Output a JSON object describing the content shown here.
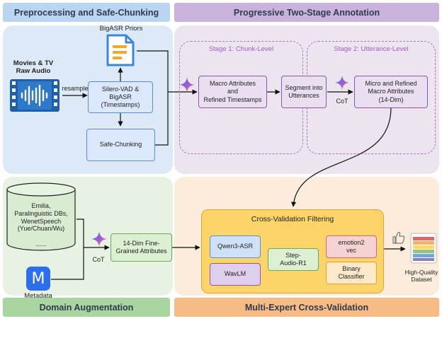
{
  "headers": {
    "preprocessing": "Preprocessing and Safe-Chunking",
    "annotation": "Progressive Two-Stage Annotation",
    "domain": "Domain Augmentation",
    "validation": "Multi-Expert Cross-Validation"
  },
  "preprocessing": {
    "bigasr_priors": "BigASR Priors",
    "raw_audio": "Movies & TV\nRaw Audio",
    "resample": "resample",
    "vad_box": "Silero-VAD &\nBigASR\n(Timestamps)",
    "safe_chunking": "Safe-Chunking"
  },
  "annotation": {
    "stage1_title": "Stage 1: Chunk-Level",
    "stage2_title": "Stage 2: Utterance-Level",
    "macro_box": "Macro Attributes\nand\nRefined Timestamps",
    "segment_box": "Segment into\nUtterances",
    "cot": "CoT",
    "micro_box": "Micro and Refined\nMacro Attributes\n(14-Dim)"
  },
  "domain": {
    "databases": "Emilia,\nParalinguistic DBs,\nWenetSpeech\n(Yue/Chuan/Wu)\n\n......",
    "cot": "CoT",
    "fine_grained": "14-Dim Fine-\nGrained Attributes",
    "metadata_icon_letter": "M",
    "metadata": "Metadata"
  },
  "validation": {
    "title": "Cross-Validation Filtering",
    "qwen": "Qwen3-ASR",
    "wavlm": "WavLM",
    "step_audio": "Step-\nAudio-R1",
    "emotion": "emotion2\nvec",
    "binary": "Binary\nClassifier",
    "output": "High-Quality\nDataset"
  },
  "colors": {
    "blue_panel": "#dde9f7",
    "purple_panel": "#ece4ef",
    "green_panel": "#e7f2e3",
    "orange_panel": "#fcecdc",
    "blue_header": "#b9d5f2",
    "purple_header": "#c9b3dc",
    "green_header": "#a9d6a0",
    "orange_header": "#f7bb86"
  }
}
